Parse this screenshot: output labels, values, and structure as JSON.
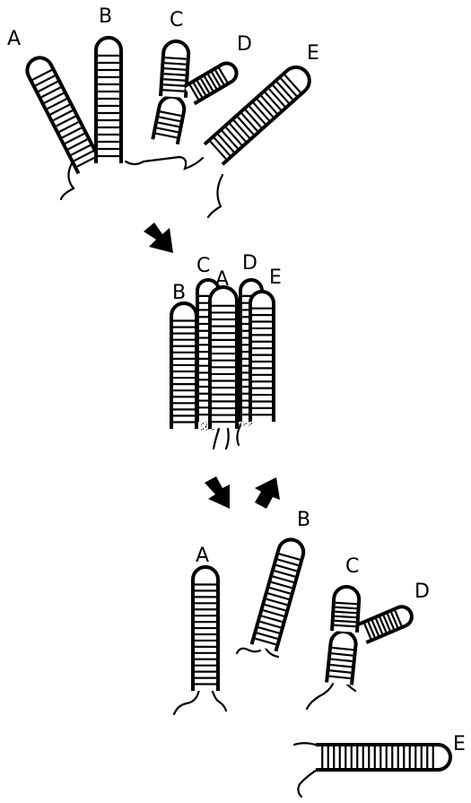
{
  "diagram": {
    "stage1": {
      "labels": [
        "A",
        "B",
        "C",
        "D",
        "E"
      ]
    },
    "stage2": {
      "labels": [
        "B",
        "C",
        "A",
        "D",
        "E"
      ]
    },
    "stage3": {
      "labels": [
        "A",
        "B",
        "C",
        "D",
        "E"
      ]
    }
  },
  "colors": {
    "ink": "#000000",
    "paper": "#ffffff",
    "stipple": "#8a8a8a"
  },
  "icons": {
    "forward": "arrow-down-icon",
    "reverse": "arrow-up-icon"
  }
}
